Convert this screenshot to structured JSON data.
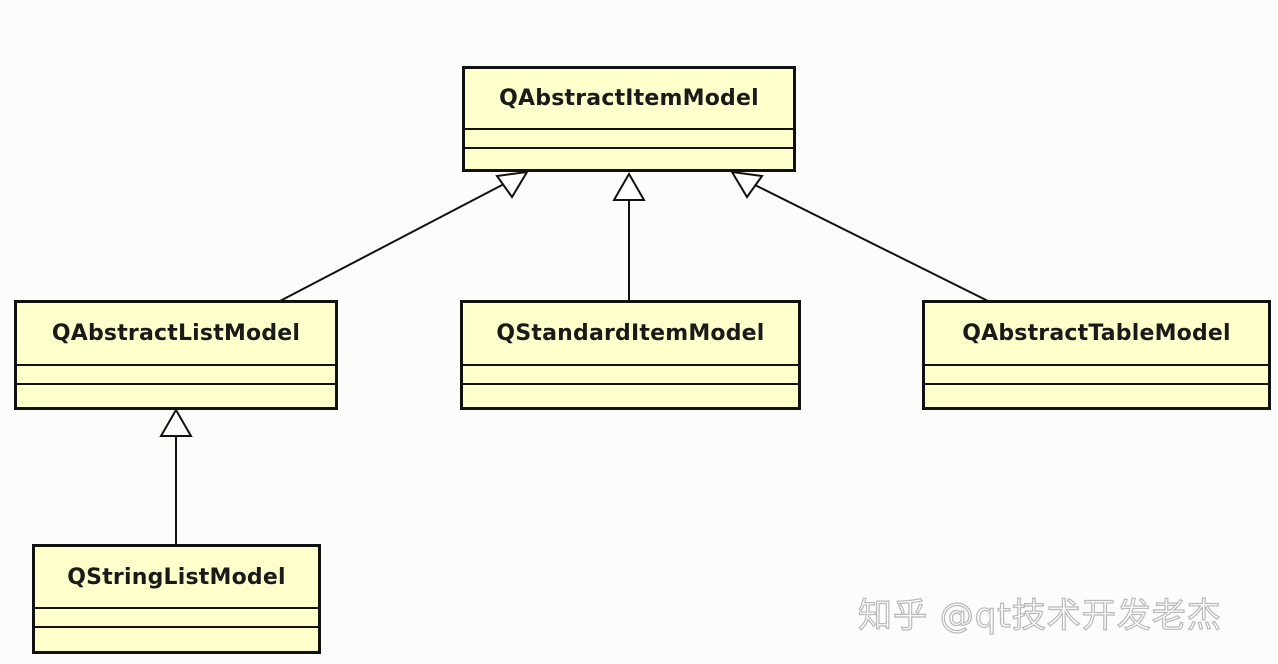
{
  "diagram": {
    "type": "uml-class-hierarchy",
    "colors": {
      "box_fill": "#ffffcc",
      "box_border": "#111111",
      "line": "#111111",
      "background": "#fcfcfa"
    },
    "classes": {
      "abstract_item_model": "QAbstractItemModel",
      "abstract_list_model": "QAbstractListModel",
      "standard_item_model": "QStandardItemModel",
      "abstract_table_model": "QAbstractTableModel",
      "string_list_model": "QStringListModel"
    },
    "inheritance": [
      {
        "child": "QAbstractListModel",
        "parent": "QAbstractItemModel"
      },
      {
        "child": "QStandardItemModel",
        "parent": "QAbstractItemModel"
      },
      {
        "child": "QAbstractTableModel",
        "parent": "QAbstractItemModel"
      },
      {
        "child": "QStringListModel",
        "parent": "QAbstractListModel"
      }
    ]
  },
  "watermark": {
    "text": "知乎 @qt技术开发老杰"
  }
}
